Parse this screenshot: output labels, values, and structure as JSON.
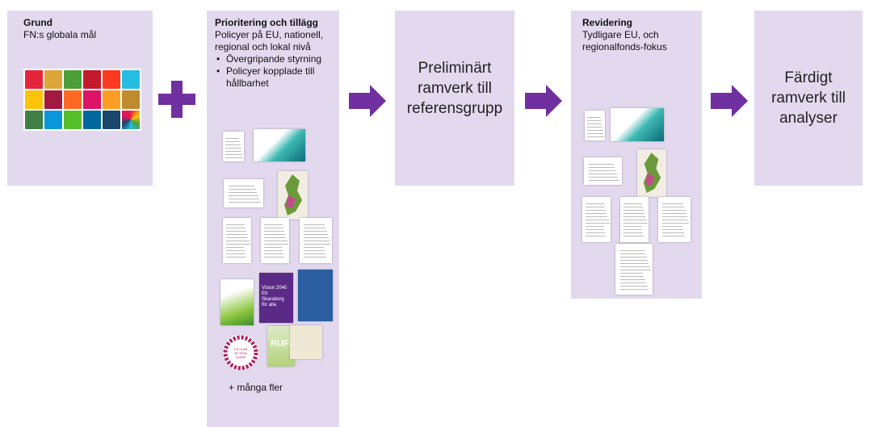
{
  "box1": {
    "title": "Grund",
    "text": "FN:s globala mål"
  },
  "box2": {
    "title": "Prioritering och tillägg",
    "text": "Policyer på EU, nationell, regional och lokal nivå",
    "bullets": [
      "Övergripande styrning",
      "Policyer kopplade till hållbarhet"
    ],
    "footer": "+ många fler"
  },
  "box3": {
    "text": "Preliminärt ramverk till referensgrupp"
  },
  "box4": {
    "title": "Revidering",
    "text": "Tydligare EU, och regionalfonds-fokus"
  },
  "box5": {
    "text": "Färdigt ramverk till analyser"
  },
  "thumb_text": {
    "vision": "Vision 2040 Ett Skaraborg för alla",
    "cities": "CITYLAB ACTION GUIDE",
    "rufs": "RUFS"
  },
  "colors": {
    "box_bg": "#e3d9ef",
    "arrow": "#7030a0",
    "sdg": [
      "#e5243b",
      "#dda63a",
      "#4c9f38",
      "#c5192d",
      "#ff3a21",
      "#26bde2",
      "#fcc30b",
      "#a21942",
      "#fd6925",
      "#dd1367",
      "#fd9d24",
      "#bf8b2e",
      "#3f7e44",
      "#0a97d9",
      "#56c02b",
      "#00689d",
      "#19486a",
      "#ffffff"
    ]
  }
}
